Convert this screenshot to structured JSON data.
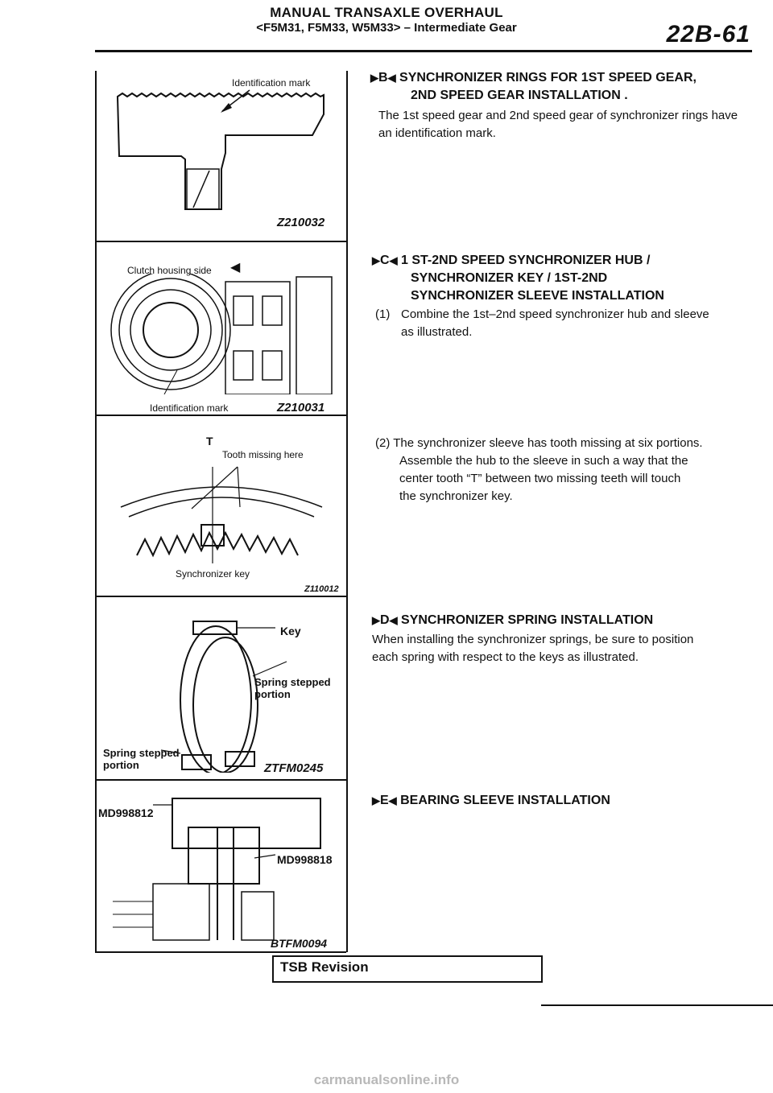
{
  "header": {
    "title": "MANUAL TRANSAXLE OVERHAUL",
    "subtitle": "<F5M31, F5M33, W5M33> – Intermediate Gear",
    "page_number": "22B-61"
  },
  "figures": [
    {
      "labels": [
        "Identification mark"
      ],
      "code": "Z210032"
    },
    {
      "labels": [
        "Clutch housing side",
        "Identification mark"
      ],
      "code": "Z210031"
    },
    {
      "labels": [
        "T",
        "Tooth missing here",
        "Synchronizer key"
      ],
      "code": "Z110012"
    },
    {
      "labels": [
        "Key",
        "Spring stepped portion",
        "Spring stepped portion"
      ],
      "code": "ZTFM0245"
    },
    {
      "labels": [
        "MD998812",
        "MD998818"
      ],
      "code": "BTFM0094"
    }
  ],
  "sections": {
    "b": {
      "marker": "B",
      "title_line1": "SYNCHRONIZER RINGS FOR 1ST SPEED GEAR,",
      "title_line2": "2ND SPEED GEAR INSTALLATION .",
      "body": "The 1st speed gear and 2nd speed gear of synchronizer rings have an identification mark."
    },
    "c": {
      "marker": "C",
      "title_line1": "1 ST-2ND SPEED SYNCHRONIZER HUB /",
      "title_line2": "SYNCHRONIZER KEY / 1ST-2ND",
      "title_line3": "SYNCHRONIZER SLEEVE INSTALLATION",
      "step1_num": "(1)",
      "step1_line1": "Combine the 1st–2nd speed synchronizer hub and sleeve",
      "step1_line2": "as illustrated.",
      "step2_line1": "(2) The synchronizer sleeve has tooth missing at six portions.",
      "step2_line2": "Assemble the hub to the sleeve in such a way that the",
      "step2_line3": "center tooth “T” between two missing teeth will touch",
      "step2_line4": "the synchronizer key."
    },
    "d": {
      "marker": "D",
      "title": "SYNCHRONIZER SPRING INSTALLATION",
      "body_line1": "When installing the synchronizer springs, be sure to position",
      "body_line2": "each spring with respect to the keys as illustrated."
    },
    "e": {
      "marker": "E",
      "title": "BEARING SLEEVE INSTALLATION"
    }
  },
  "footer": {
    "tsb_label": "TSB Revision",
    "watermark": "carmanualsonline.info"
  }
}
